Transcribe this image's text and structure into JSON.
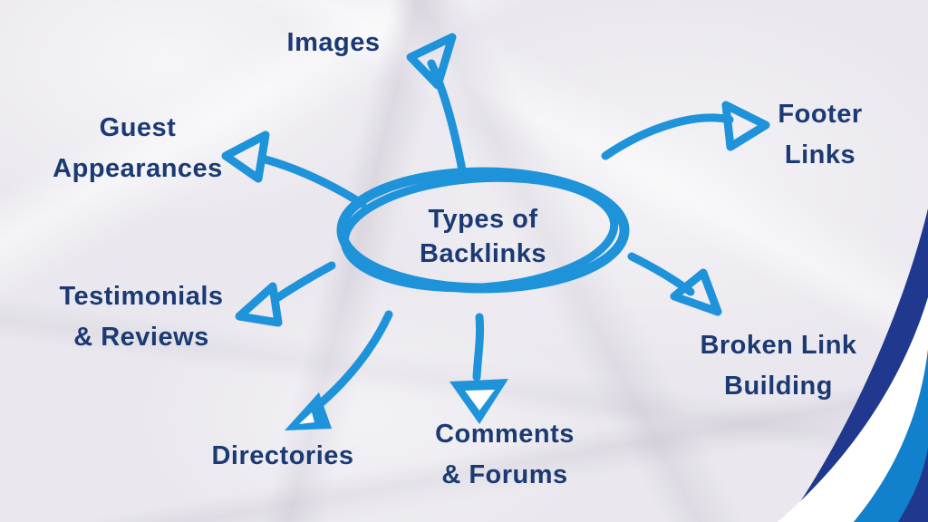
{
  "center": {
    "line1": "Types of",
    "line2": "Backlinks"
  },
  "nodes": {
    "images": {
      "label": "Images"
    },
    "guest": {
      "line1": "Guest",
      "line2": "Appearances"
    },
    "footer": {
      "line1": "Footer",
      "line2": "Links"
    },
    "testimonials": {
      "line1": "Testimonials",
      "line2": "& Reviews"
    },
    "broken": {
      "line1": "Broken Link",
      "line2": "Building"
    },
    "directories": {
      "label": "Directories"
    },
    "comments": {
      "line1": "Comments",
      "line2": "& Forums"
    }
  },
  "colors": {
    "marker_blue": "#1e93da",
    "text_navy": "#1b3a73",
    "corner_navy": "#20398f",
    "corner_blue": "#1181cd",
    "paper": "#eae8ee"
  }
}
